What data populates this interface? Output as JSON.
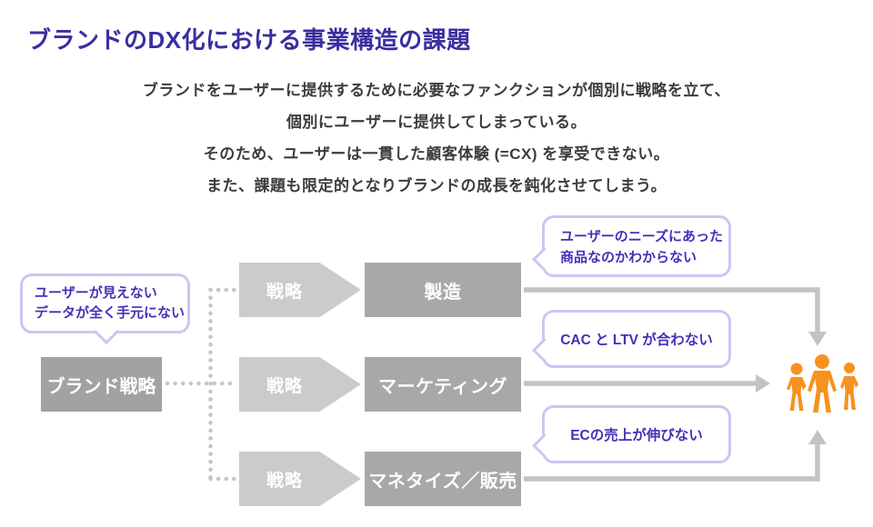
{
  "title": "ブランドのDX化における事業構造の課題",
  "description": {
    "lines": [
      "ブランドをユーザーに提供するために必要なファンクションが個別に戦略を立て、",
      "個別にユーザーに提供してしまっている。",
      "そのため、ユーザーは一貫した顧客体験 (=CX) を享受できない。",
      "また、課題も限定的となりブランドの成長を鈍化させてしまう。"
    ]
  },
  "diagram": {
    "source_note": {
      "lines": [
        "ユーザーが見えない",
        "データが全く手元にない"
      ]
    },
    "source_box": {
      "label": "ブランド戦略"
    },
    "rows": [
      {
        "arrow_label": "戦略",
        "function_label": "製造",
        "issue_lines": [
          "ユーザーのニーズにあった",
          "商品なのかわからない"
        ]
      },
      {
        "arrow_label": "戦略",
        "function_label": "マーケティング",
        "issue_lines": [
          "CAC と LTV が合わない"
        ]
      },
      {
        "arrow_label": "戦略",
        "function_label": "マネタイズ／販売",
        "issue_lines": [
          "ECの売上が伸びない"
        ]
      }
    ],
    "users_icon": "users-group-icon"
  },
  "colors": {
    "title": "#3a2ea0",
    "body_text": "#3c3c3c",
    "bubble_text": "#4331b8",
    "bubble_border": "#c9c7f2",
    "box_gray": "#a8a8aa",
    "source_box_gray": "#a2a2a4",
    "arrow_gray": "#cbcbcd",
    "connector_gray": "#c3c3c3",
    "dotted_gray": "#c6c6c6",
    "people_orange": "#f6921e"
  }
}
